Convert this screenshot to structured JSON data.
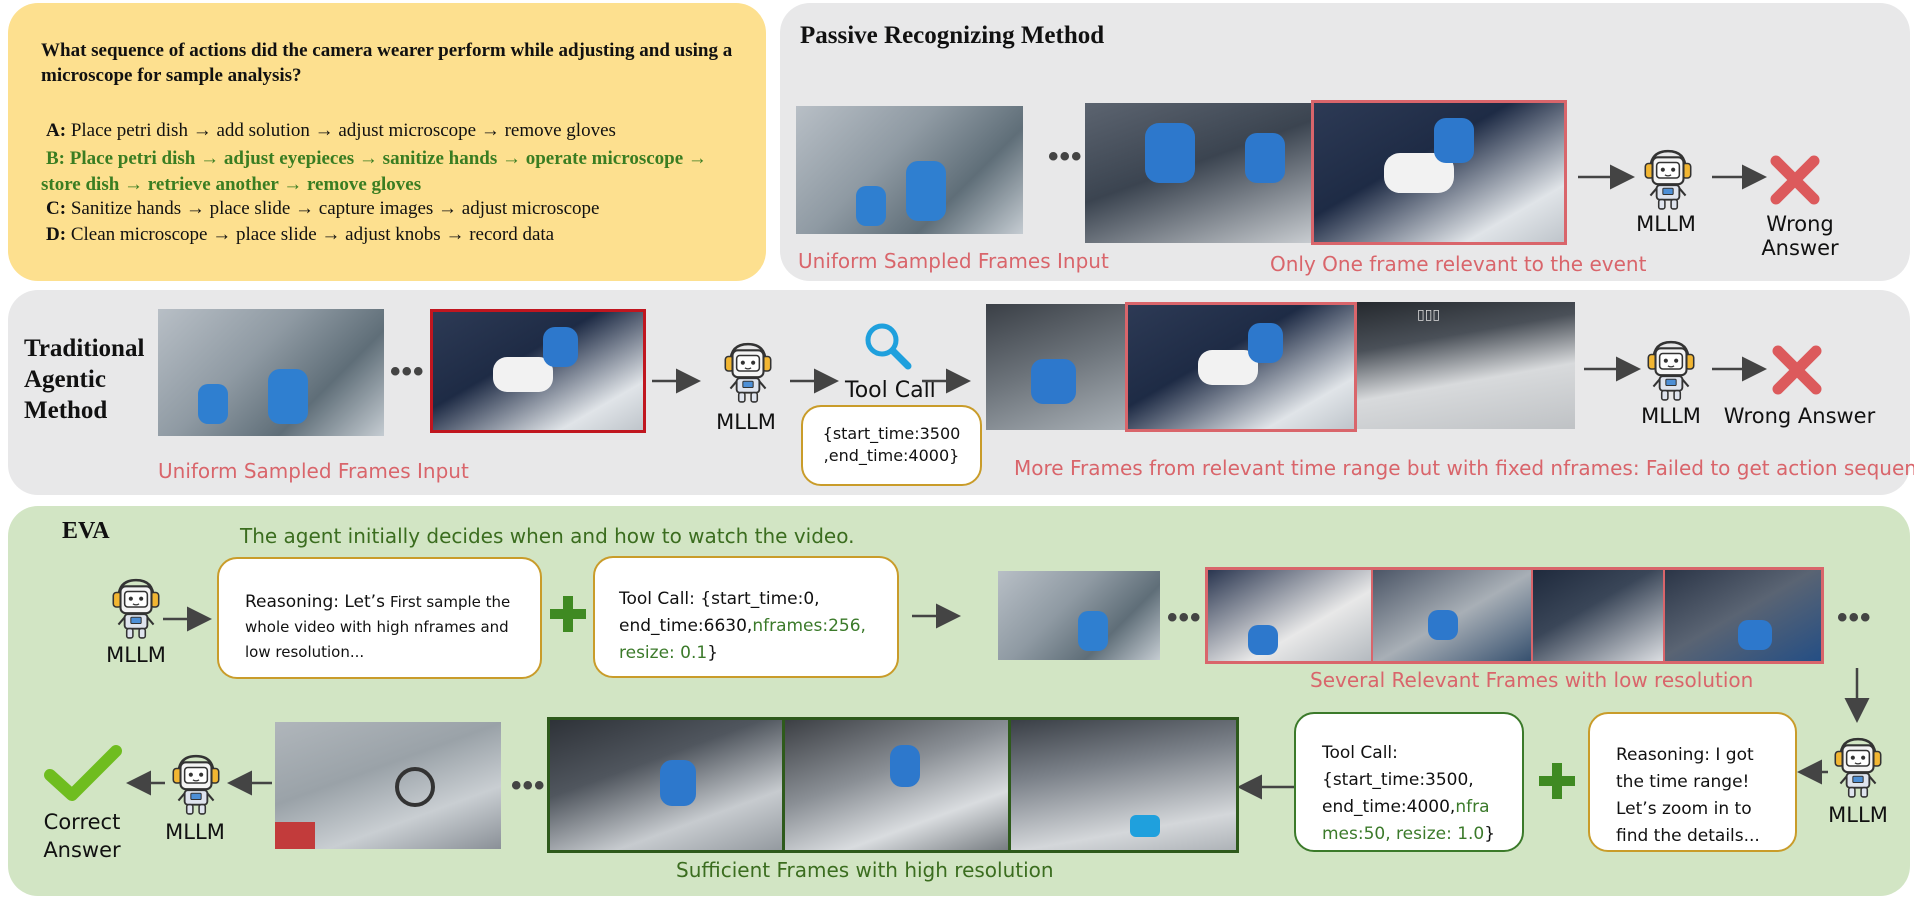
{
  "question": {
    "text": "What sequence of actions did the camera wearer perform while adjusting and using a microscope for sample analysis?",
    "options": [
      {
        "key": "A:",
        "text": "Place petri dish → add solution → adjust microscope → remove gloves"
      },
      {
        "key": "B:",
        "text": "Place petri dish → adjust eyepieces → sanitize hands → operate microscope → store dish → retrieve another → remove gloves"
      },
      {
        "key": "C:",
        "text": "Sanitize hands → place slide → capture images → adjust microscope"
      },
      {
        "key": "D:",
        "text": "Clean microscope → place slide → adjust knobs → record data"
      }
    ]
  },
  "passive": {
    "title": "Passive Recognizing Method",
    "uniform_label": "Uniform Sampled Frames Input",
    "relevant_label": "Only One frame relevant to the event",
    "mllm": "MLLM",
    "answer": "Wrong Answer"
  },
  "traditional": {
    "title_line1": "Traditional",
    "title_line2": "Agentic",
    "title_line3": "Method",
    "mllm": "MLLM",
    "tool_call_label": "Tool Call",
    "tool_call_line1": "{start_time:3500",
    "tool_call_line2": ",end_time:4000}",
    "uniform_label": "Uniform Sampled Frames Input",
    "more_frames_label": "More Frames from relevant time range but with fixed nframes: Failed to get action sequence",
    "mllm2": "MLLM",
    "answer": "Wrong Answer"
  },
  "eva": {
    "title": "EVA",
    "subtitle": "The agent initially decides when and how to watch the video.",
    "mllm1": "MLLM",
    "reasoning1_a": "Reasoning: Let’s",
    "reasoning1_b": "First sample the",
    "reasoning1_c": "whole video with high nframes and",
    "reasoning1_d": "low resolution...",
    "toolcall1_a": "Tool Call: {start_time:0,",
    "toolcall1_b": "end_time:6630,",
    "toolcall1_c": "nframes:256,",
    "toolcall1_d": "resize: 0.1",
    "toolcall1_e": "}",
    "several_label": "Several Relevant Frames with low resolution",
    "mllm2": "MLLM",
    "reasoning2_a": "Reasoning: I got",
    "reasoning2_b": "the time range!",
    "reasoning2_c": "Let’s zoom in to",
    "reasoning2_d": "find the details...",
    "toolcall2_a": "Tool Call:",
    "toolcall2_b": "{start_time:3500,",
    "toolcall2_c": "end_time:4000,",
    "toolcall2_d": "nfra",
    "toolcall2_e": "mes:50, resize: 1.0",
    "toolcall2_f": "}",
    "sufficient_label": "Sufficient Frames with high resolution",
    "mllm3": "MLLM",
    "answer_line1": "Correct",
    "answer_line2": "Answer"
  },
  "colors": {
    "question_bg": "#fde08f",
    "gray_panel": "#e8e8e9",
    "green_panel": "#d2e5c4",
    "red_accent": "#d9656b",
    "green_text": "#3b6d1f",
    "box_border": "#c99c2a"
  }
}
